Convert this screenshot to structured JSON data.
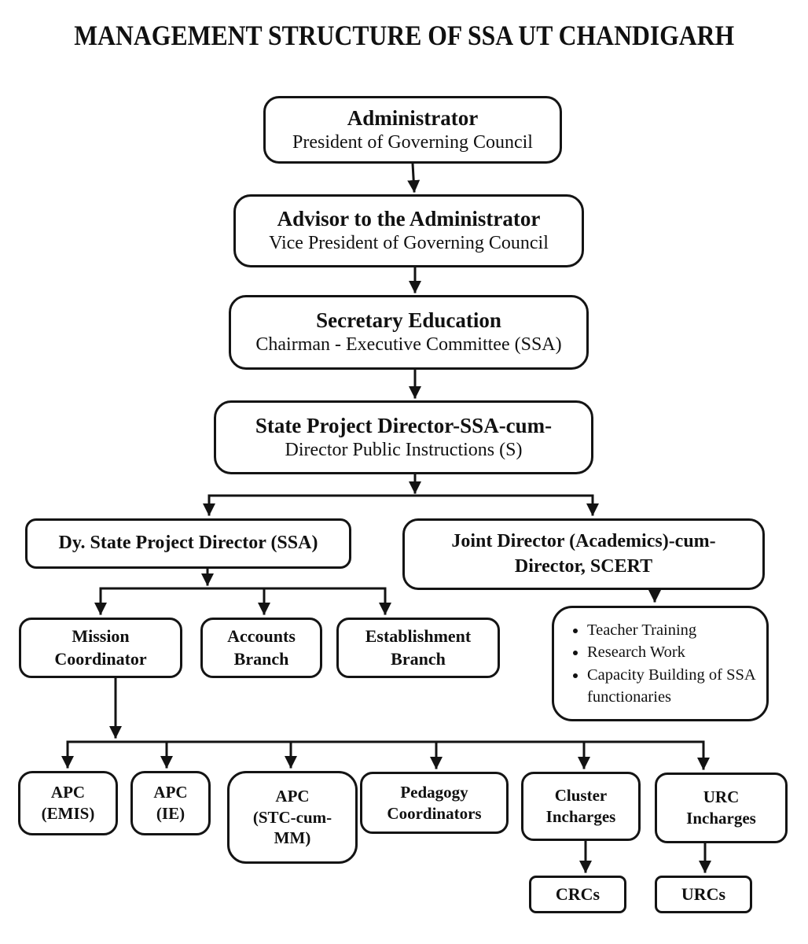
{
  "title": "MANAGEMENT STRUCTURE OF SSA UT CHANDIGARH",
  "colors": {
    "ink": "#111111",
    "background": "#ffffff"
  },
  "nodes": {
    "administrator": {
      "title": "Administrator",
      "subtitle": "President of Governing Council"
    },
    "advisor": {
      "title": "Advisor to the Administrator",
      "subtitle": "Vice President of Governing Council"
    },
    "secretary": {
      "title": "Secretary Education",
      "subtitle": "Chairman - Executive Committee (SSA)"
    },
    "spd": {
      "title": "State Project Director-SSA-cum-",
      "subtitle": "Director Public Instructions (S)"
    },
    "dy_spd": {
      "title": "Dy. State Project Director (SSA)"
    },
    "joint_director": {
      "lines": [
        "Joint Director (Academics)-cum-",
        "Director, SCERT"
      ]
    },
    "functions": {
      "items": [
        "Teacher Training",
        "Research Work",
        "Capacity Building of SSA functionaries"
      ]
    },
    "mission": {
      "lines": [
        "Mission",
        "Coordinator"
      ]
    },
    "accounts": {
      "lines": [
        "Accounts",
        "Branch"
      ]
    },
    "establishment": {
      "lines": [
        "Establishment",
        "Branch"
      ]
    },
    "apc_emis": {
      "lines": [
        "APC",
        "(EMIS)"
      ]
    },
    "apc_ie": {
      "lines": [
        "APC",
        "(IE)"
      ]
    },
    "apc_stc": {
      "lines": [
        "APC",
        "(STC-cum-",
        "MM)"
      ]
    },
    "pedagogy": {
      "lines": [
        "Pedagogy",
        "Coordinators"
      ]
    },
    "cluster": {
      "lines": [
        "Cluster",
        "Incharges"
      ]
    },
    "urc": {
      "lines": [
        "URC",
        "Incharges"
      ]
    },
    "crcs": {
      "title": "CRCs"
    },
    "urcs": {
      "title": "URCs"
    }
  },
  "edges": [
    {
      "from": "administrator",
      "to": "advisor"
    },
    {
      "from": "advisor",
      "to": "secretary"
    },
    {
      "from": "secretary",
      "to": "spd"
    },
    {
      "from": "spd",
      "to": "dy_spd"
    },
    {
      "from": "spd",
      "to": "joint_director"
    },
    {
      "from": "dy_spd",
      "to": "mission"
    },
    {
      "from": "dy_spd",
      "to": "accounts"
    },
    {
      "from": "dy_spd",
      "to": "establishment"
    },
    {
      "from": "joint_director",
      "to": "functions"
    },
    {
      "from": "mission",
      "to": "apc_emis"
    },
    {
      "from": "mission",
      "to": "apc_ie"
    },
    {
      "from": "mission",
      "to": "apc_stc"
    },
    {
      "from": "mission",
      "to": "pedagogy"
    },
    {
      "from": "mission",
      "to": "cluster"
    },
    {
      "from": "mission",
      "to": "urc"
    },
    {
      "from": "cluster",
      "to": "crcs"
    },
    {
      "from": "urc",
      "to": "urcs"
    }
  ]
}
